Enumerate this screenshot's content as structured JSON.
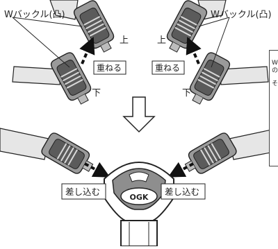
{
  "labels": {
    "buckle_left": "Wバックル(凸)",
    "buckle_right": "Wバックル(凸)",
    "top_left": "上",
    "top_right": "上",
    "bottom_left": "下",
    "bottom_right": "下",
    "overlap_left": "重ねる",
    "overlap_right": "重ねる",
    "insert_left": "差し込む",
    "insert_right": "差し込む",
    "logo": "OGK"
  },
  "note": {
    "line1": "W",
    "line2": "の",
    "line3": "そ"
  },
  "icons": [
    "buckle-icon",
    "down-arrow-icon",
    "dashed-arrow-icon",
    "center-receiver-icon"
  ]
}
